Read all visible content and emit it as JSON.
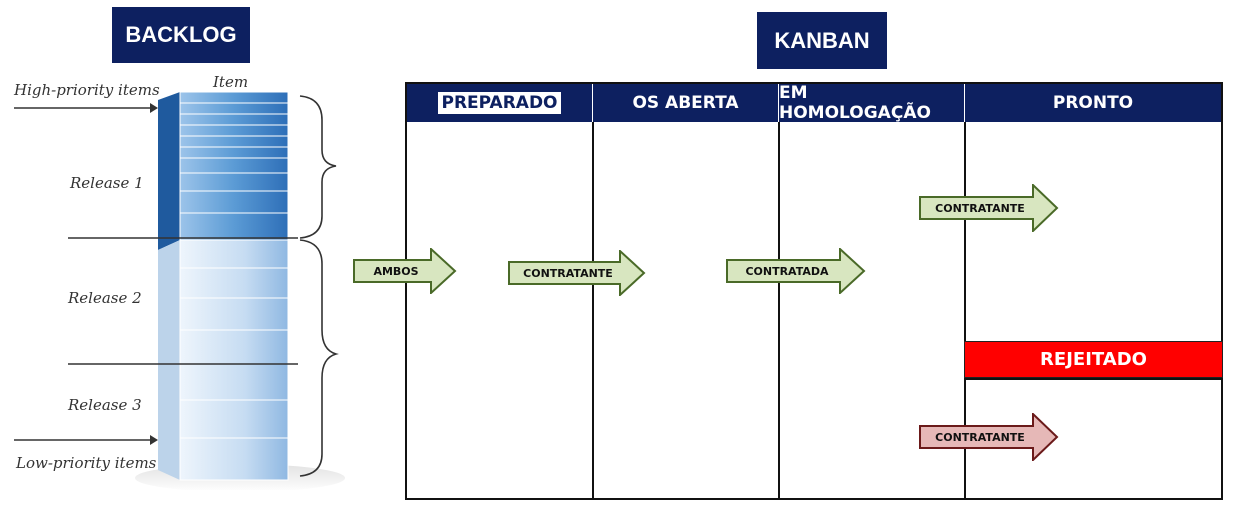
{
  "backlog": {
    "title": "BACKLOG",
    "item_label": "Item",
    "high_priority": "High-priority items",
    "low_priority": "Low-priority items",
    "releases": [
      "Release 1",
      "Release 2",
      "Release 3"
    ]
  },
  "kanban": {
    "title": "KANBAN",
    "columns": [
      "PREPARADO",
      "OS ABERTA",
      "EM HOMOLOGAÇÃO",
      "PRONTO"
    ],
    "arrows": [
      "AMBOS",
      "CONTRATANTE",
      "CONTRATADA",
      "CONTRATANTE",
      "CONTRATANTE"
    ],
    "rejected": "REJEITADO"
  },
  "colors": {
    "header_bg": "#0d2060",
    "green_arrow_fill": "#d8e6c0",
    "green_arrow_stroke": "#4a6a28",
    "red_arrow_fill": "#e6b8b7",
    "red_arrow_stroke": "#6b1a1a",
    "rejected_bg": "#ff0000"
  }
}
